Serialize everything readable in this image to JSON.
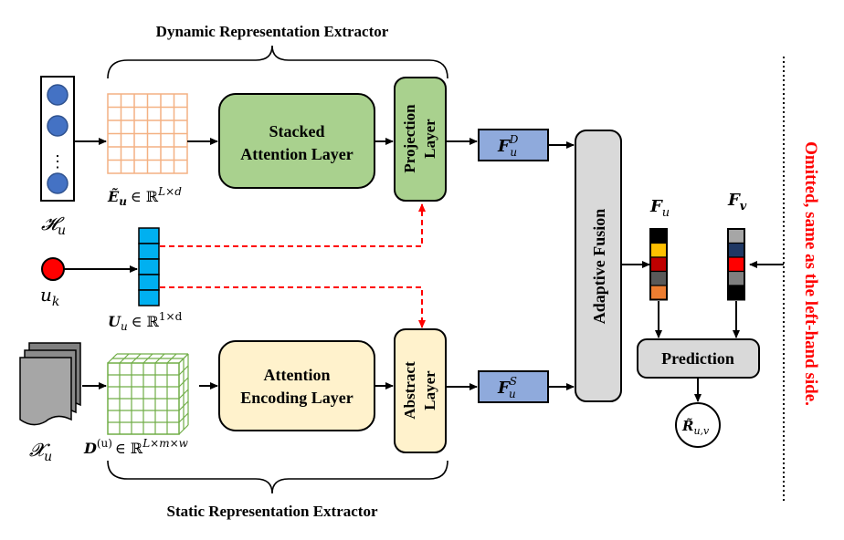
{
  "top_title": "Dynamic Representation Extractor",
  "bottom_title": "Static Representation Extractor",
  "history_label": "𝓗",
  "history_sub": "u",
  "item_label": "u",
  "item_sub": "k",
  "static_input_label": "𝓧",
  "static_input_sub": "u",
  "emb_label_main": "Ẽ",
  "emb_label_sub": "u",
  "emb_label_rest": "∈ ℝ",
  "emb_label_sup": "L×d",
  "user_vec_main": "U",
  "user_vec_sub": "u",
  "user_vec_rest": "∈ ℝ",
  "user_vec_sup": "1×d",
  "doc_main": "D",
  "doc_sup1": "(u)",
  "doc_rest": "∈ ℝ",
  "doc_sup2": "L×m×w",
  "stacked_line1": "Stacked",
  "stacked_line2": "Attention Layer",
  "attn_enc_line1": "Attention",
  "attn_enc_line2": "Encoding Layer",
  "projection_line1": "Projection",
  "projection_line2": "Layer",
  "abstract_line1": "Abstract",
  "abstract_line2": "Layer",
  "fd_main": "F",
  "fd_sup": "D",
  "fd_sub": "u",
  "fs_main": "F",
  "fs_sup": "S",
  "fs_sub": "u",
  "fusion_label": "Adaptive Fusion",
  "fu_main": "F",
  "fu_sub": "u",
  "fv_main": "F",
  "fv_sub": "v",
  "prediction_label": "Prediction",
  "output_main": "R̃",
  "output_sub": "u,v",
  "omitted_note": "Omitted, same as the left-hand side.",
  "history_dots": "⋮",
  "colors": {
    "green_box": "#a9d18e",
    "yellow_box": "#fff2cc",
    "blue_box": "#8faadc",
    "gray_box": "#d9d9d9",
    "orange_grid": "#f4b183",
    "green_grid": "#70ad47",
    "cyan_vec": "#00b0f0",
    "red": "#ff0000",
    "circle_blue": "#4472c4"
  },
  "fu_colors": [
    "#000000",
    "#ffc000",
    "#c00000",
    "#595959",
    "#ed7d31"
  ],
  "fv_colors": [
    "#a6a6a6",
    "#1f3864",
    "#ff0000",
    "#7f7f7f",
    "#000000"
  ]
}
